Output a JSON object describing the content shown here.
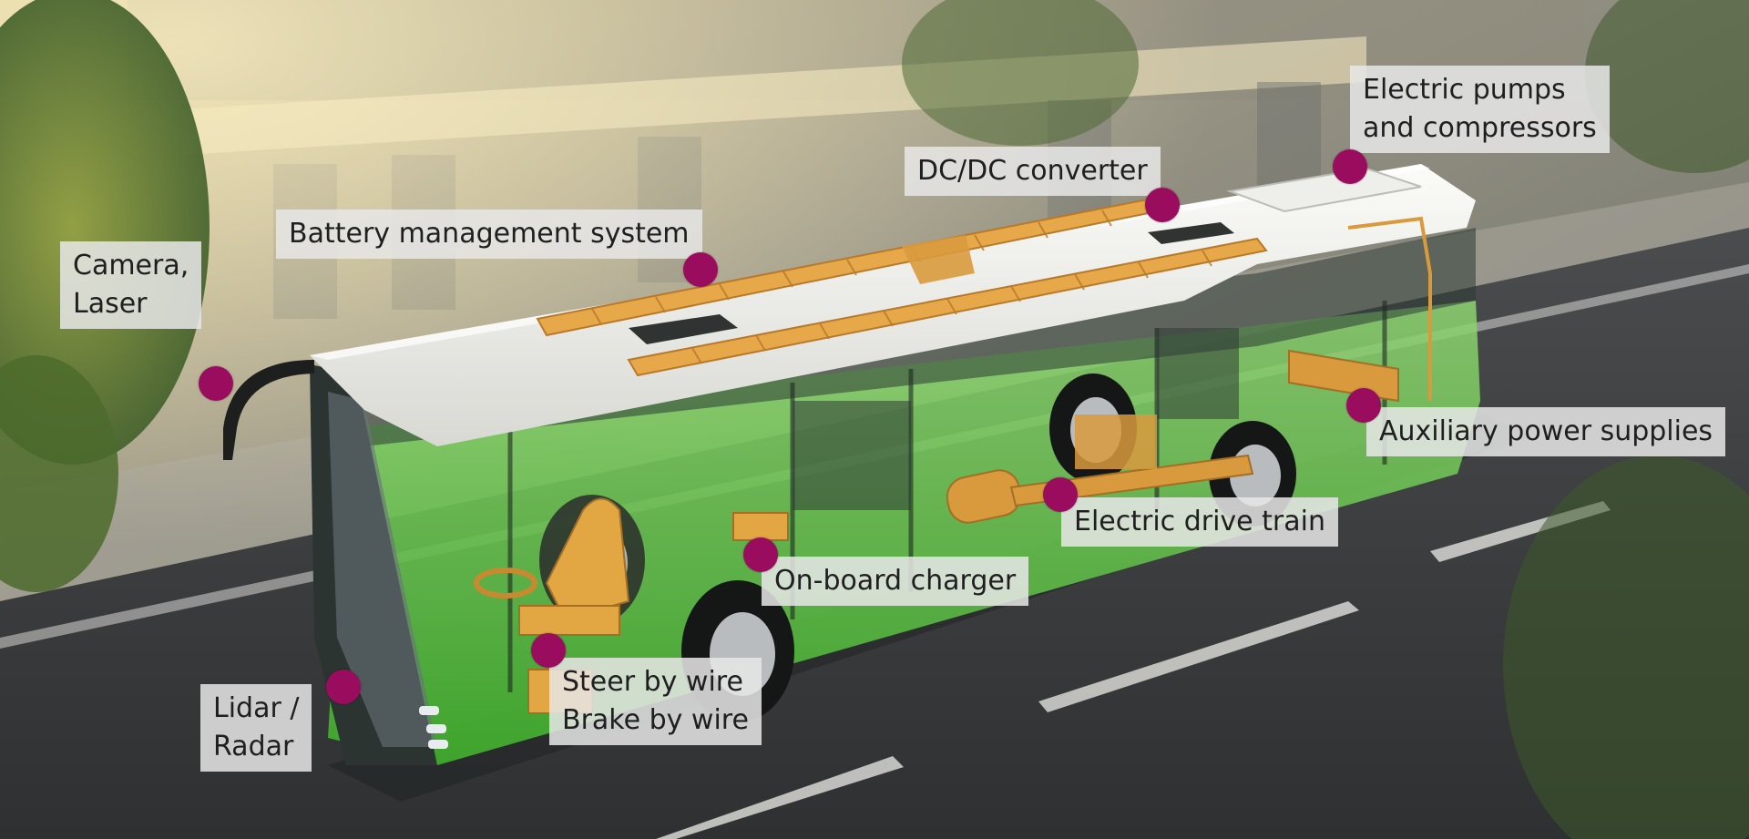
{
  "colors": {
    "marker": "#9a0d5e",
    "label_bg": "#e6e6e6",
    "label_text": "#1f1f1f",
    "bus_body": "#5cc23c",
    "components": "#e2a643",
    "road": "#3a3b3d"
  },
  "callouts": [
    {
      "id": "camera-laser",
      "lines": [
        "Camera,",
        "Laser"
      ]
    },
    {
      "id": "battery-management-system",
      "lines": [
        "Battery management system"
      ]
    },
    {
      "id": "dc-dc-converter",
      "lines": [
        "DC/DC converter"
      ]
    },
    {
      "id": "electric-pumps-compressors",
      "lines": [
        "Electric pumps",
        "and compressors"
      ]
    },
    {
      "id": "auxiliary-power-supplies",
      "lines": [
        "Auxiliary power supplies"
      ]
    },
    {
      "id": "electric-drive-train",
      "lines": [
        "Electric drive train"
      ]
    },
    {
      "id": "on-board-charger",
      "lines": [
        "On-board charger"
      ]
    },
    {
      "id": "steer-brake-by-wire",
      "lines": [
        "Steer by wire",
        "Brake by wire"
      ]
    },
    {
      "id": "lidar-radar",
      "lines": [
        "Lidar /",
        "Radar"
      ]
    }
  ]
}
